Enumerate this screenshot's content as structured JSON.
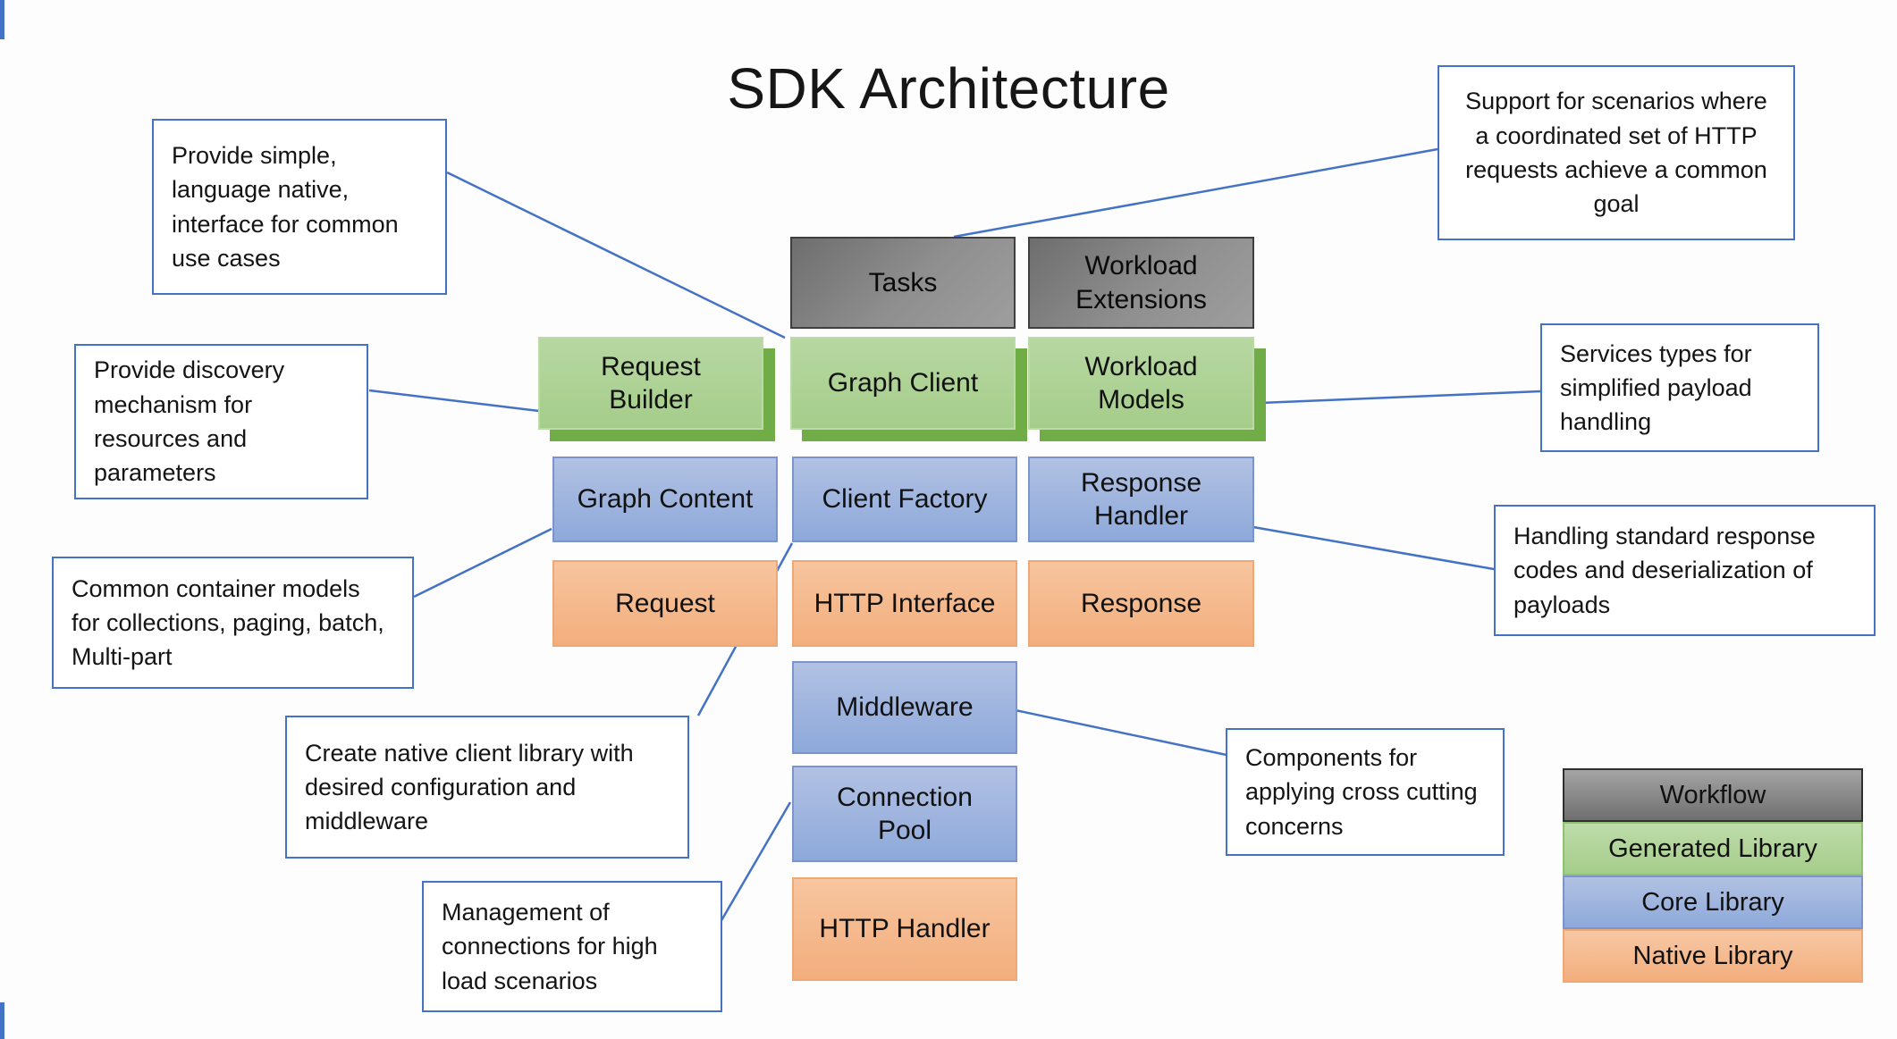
{
  "title": "SDK Architecture",
  "nodes": {
    "tasks": {
      "label": "Tasks",
      "type": "workflow"
    },
    "workload_extensions": {
      "label": "Workload Extensions",
      "type": "workflow"
    },
    "request_builder": {
      "label": "Request Builder",
      "type": "generated"
    },
    "graph_client": {
      "label": "Graph Client",
      "type": "generated"
    },
    "workload_models": {
      "label": "Workload Models",
      "type": "generated"
    },
    "graph_content": {
      "label": "Graph Content",
      "type": "core"
    },
    "client_factory": {
      "label": "Client Factory",
      "type": "core"
    },
    "response_handler": {
      "label": "Response Handler",
      "type": "core"
    },
    "request": {
      "label": "Request",
      "type": "native"
    },
    "http_interface": {
      "label": "HTTP Interface",
      "type": "native"
    },
    "response": {
      "label": "Response",
      "type": "native"
    },
    "middleware": {
      "label": "Middleware",
      "type": "core"
    },
    "connection_pool": {
      "label": "Connection Pool",
      "type": "core"
    },
    "http_handler": {
      "label": "HTTP Handler",
      "type": "native"
    }
  },
  "callouts": {
    "simple_interface": {
      "text": "Provide simple, language native, interface for common use cases"
    },
    "task_support": {
      "text": "Support for scenarios where a coordinated set of HTTP requests achieve a common goal"
    },
    "discovery": {
      "text": "Provide discovery mechanism for resources and parameters"
    },
    "service_types": {
      "text": "Services types for simplified payload handling"
    },
    "container_models": {
      "text": "Common container models for collections, paging, batch, Multi-part"
    },
    "response_codes": {
      "text": "Handling standard response codes and deserialization of payloads"
    },
    "client_library": {
      "text": "Create native client library with desired configuration and middleware"
    },
    "connection_mgmt": {
      "text": "Management of connections for high load scenarios"
    },
    "cross_cutting": {
      "text": "Components for applying cross cutting concerns"
    }
  },
  "legend": {
    "items": [
      {
        "label": "Workflow",
        "type": "workflow"
      },
      {
        "label": "Generated Library",
        "type": "generated"
      },
      {
        "label": "Core Library",
        "type": "core"
      },
      {
        "label": "Native Library",
        "type": "native"
      }
    ]
  },
  "colors": {
    "workflow_gray": "#808080",
    "generated_green": "#a9d18e",
    "generated_shadow_green": "#70ad47",
    "core_blue": "#8faadc",
    "native_orange": "#f4b183",
    "connector_blue": "#4472c4",
    "callout_border_blue": "#4472c4",
    "text_black": "#111111"
  }
}
